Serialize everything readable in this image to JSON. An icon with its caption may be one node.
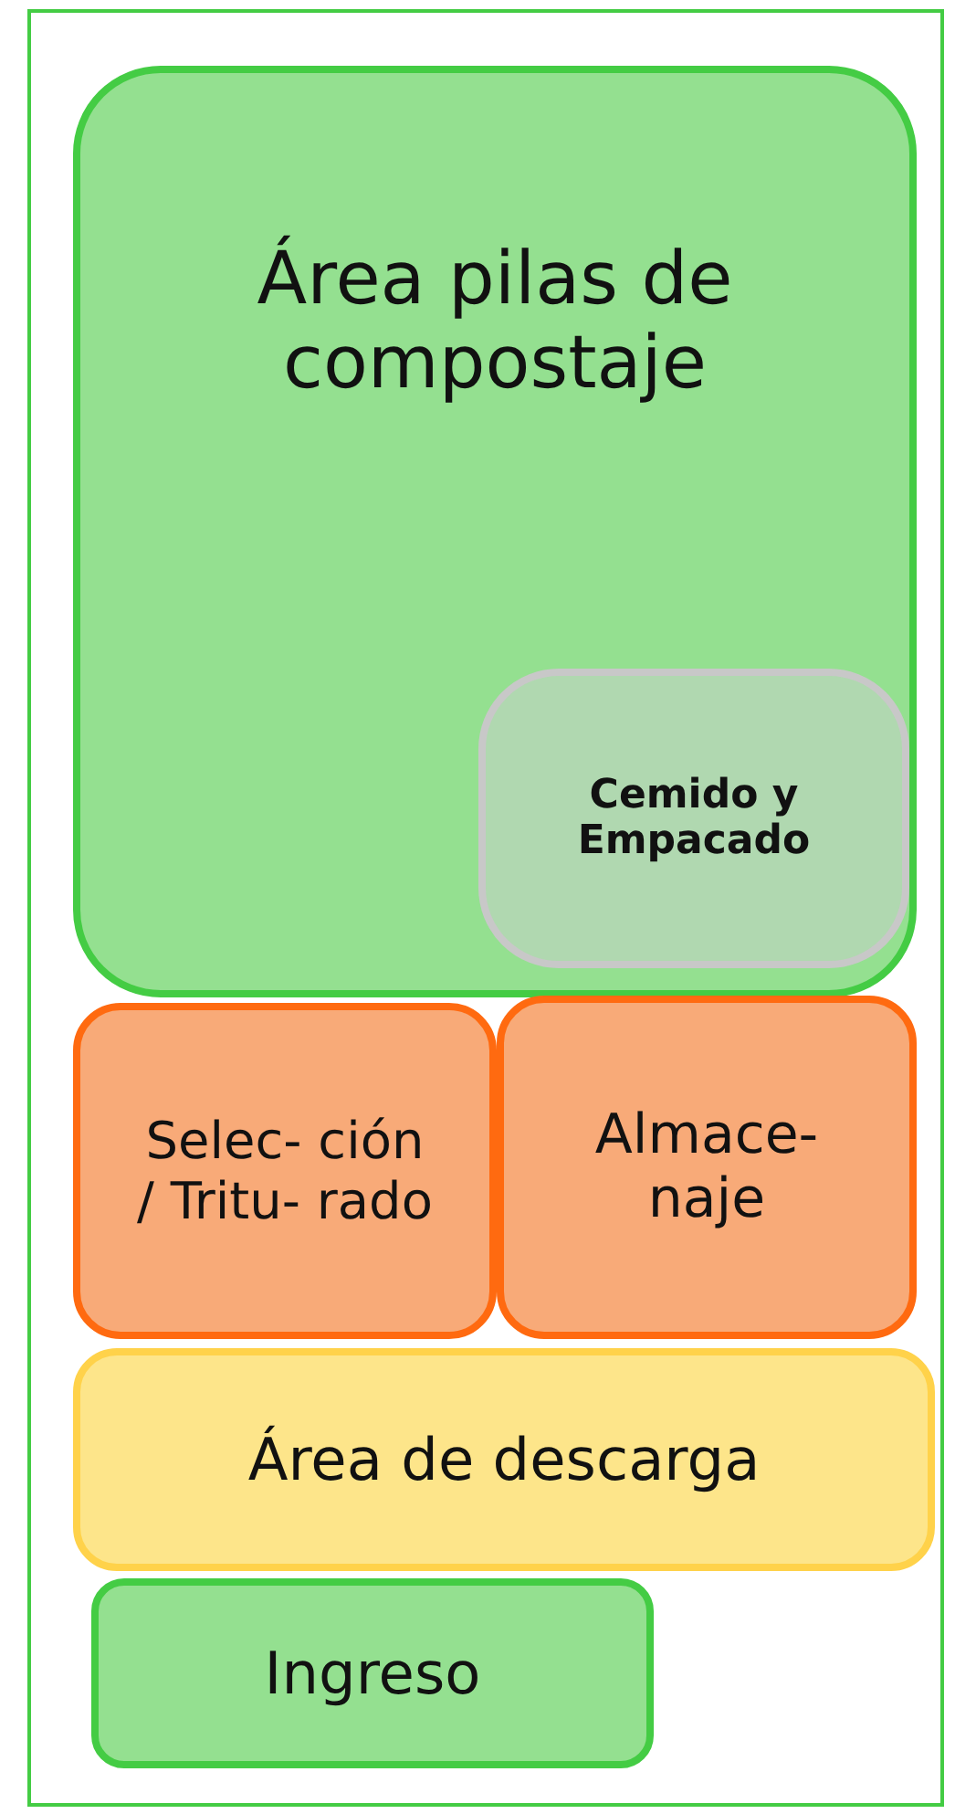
{
  "diagram": {
    "nodes": [
      {
        "text": [
          "Área pilas de compostaje"
        ]
      },
      {
        "text": [
          "Cemido y Empacado"
        ],
        "in": 0
      },
      {
        "text": [
          "Selec- ción / Tritu- rado"
        ]
      },
      {
        "text": [
          "Almace- naje"
        ]
      },
      {
        "text": [
          "Área de descarga"
        ]
      },
      {
        "text": [
          "Ingreso"
        ]
      }
    ]
  }
}
